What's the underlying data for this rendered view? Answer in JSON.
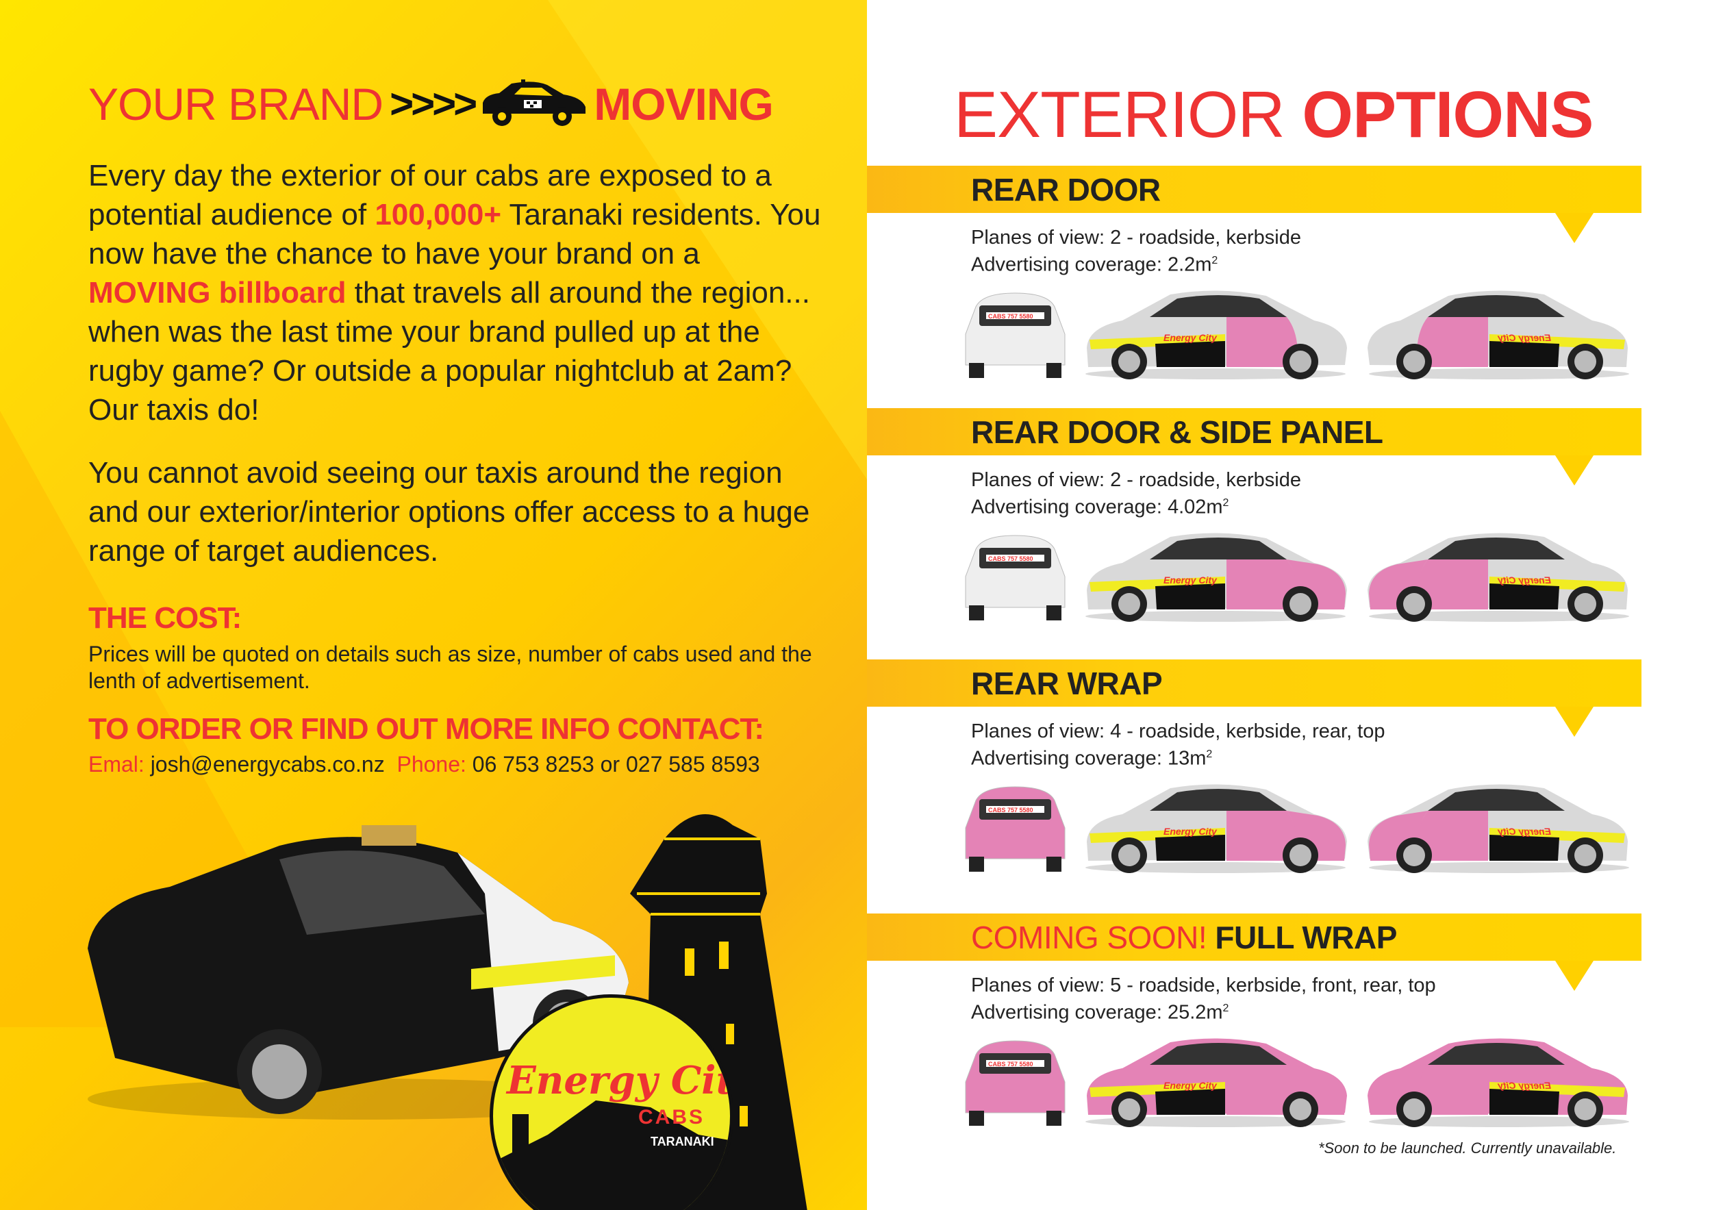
{
  "left": {
    "title": {
      "part1": "YOUR BRAND",
      "arrows": ">>>>",
      "taxi_icon": "taxi-icon",
      "part2": "MOVING"
    },
    "paragraph1": {
      "t1": "Every day the exterior of our cabs are exposed to a potential audience of ",
      "h1": "100,000+",
      "t2": " Taranaki residents. You now have the chance to have your brand on a ",
      "h2": "MOVING billboard",
      "t3": " that travels all around the region... when was the last time your brand pulled up at the rugby game? Or outside a popular nightclub at 2am? Our taxis do!"
    },
    "paragraph2": "You cannot avoid seeing our taxis around the region and our exterior/interior options offer access to a huge range of target audiences.",
    "cost_heading": "THE COST:",
    "cost_text": "Prices will be quoted on details such as size, number of cabs used and the lenth of advertisement.",
    "contact_heading": "TO ORDER OR FIND OUT MORE INFO CONTACT:",
    "contact": {
      "email_label": "Emal:",
      "email": "josh@energycabs.co.nz",
      "phone_label": "Phone:",
      "phone": "06 753 8253 or 027 585 8593"
    },
    "logo": {
      "name": "Energy City",
      "sub": "CABS",
      "region": "TARANAKI"
    }
  },
  "right": {
    "title": {
      "part1": "EXTERIOR",
      "part2": "OPTIONS"
    },
    "planes_label": "Planes of view:",
    "coverage_label": "Advertising coverage:",
    "sections": [
      {
        "heading_red": "",
        "heading": "REAR DOOR",
        "planes": "2 - roadside, kerbside",
        "coverage": "2.2m",
        "wrap": "rear-door"
      },
      {
        "heading_red": "",
        "heading": "REAR DOOR & SIDE PANEL",
        "planes": "2 - roadside, kerbside",
        "coverage": "4.02m",
        "wrap": "door-panel"
      },
      {
        "heading_red": "",
        "heading": "REAR WRAP",
        "planes": "4 - roadside, kerbside, rear, top",
        "coverage": "13m",
        "wrap": "rear-wrap"
      },
      {
        "heading_red": "COMING SOON! ",
        "heading": "FULL WRAP",
        "planes": "5 - roadside, kerbside, front, rear, top",
        "coverage": "25.2m",
        "wrap": "full"
      }
    ],
    "footnote": "*Soon to be launched. Currently unavailable."
  },
  "colors": {
    "red": "#ee3333",
    "yellow": "#ffd400",
    "pink": "#e483b6",
    "silver": "#d9d9d9",
    "stripe": "#f1ec22"
  }
}
